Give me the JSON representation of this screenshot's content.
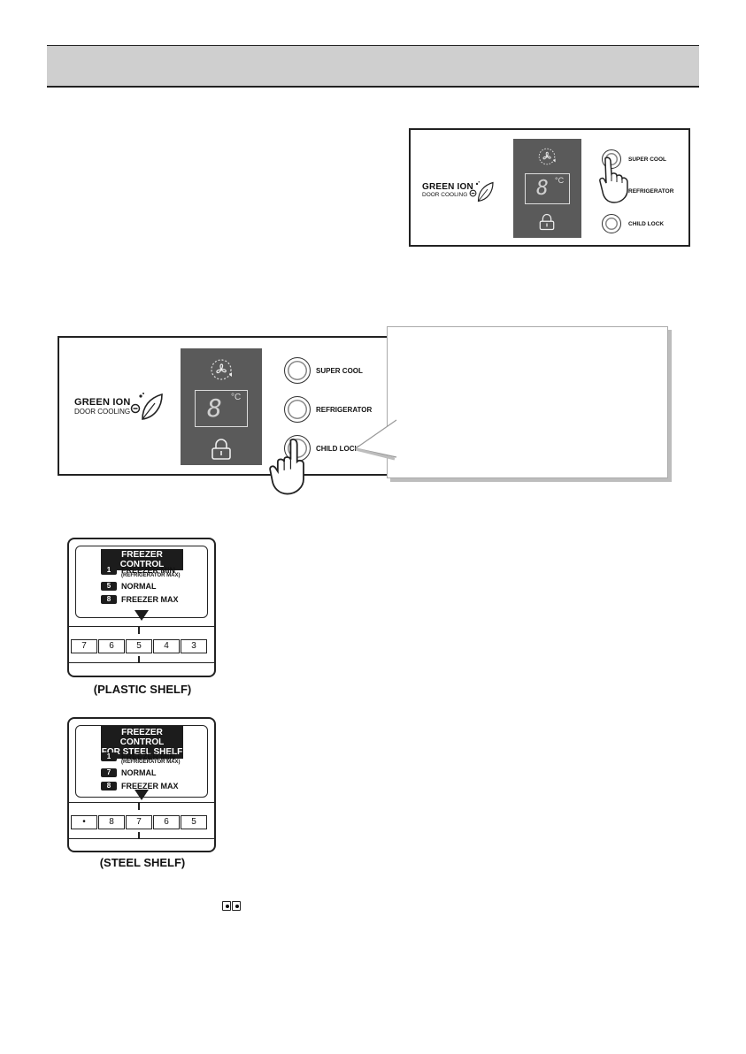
{
  "panel": {
    "brand_line_1": "GREEN ION",
    "brand_line_2": "DOOR COOLING",
    "display_digit": "8",
    "display_unit": "°C",
    "buttons": {
      "super_cool": "SUPER COOL",
      "refrigerator": "REFRIGERATOR",
      "child_lock": "CHILD LOCK"
    }
  },
  "dial_plastic": {
    "heading": "FREEZER CONTROL",
    "legend": [
      {
        "key": "1",
        "label": "FREEZER MIN",
        "sub": "(REFRIGERATOR MAX)"
      },
      {
        "key": "5",
        "label": "NORMAL",
        "sub": ""
      },
      {
        "key": "8",
        "label": "FREEZER MAX",
        "sub": ""
      }
    ],
    "scale": [
      "7",
      "6",
      "5",
      "4",
      "3"
    ],
    "caption": "(PLASTIC SHELF)"
  },
  "dial_steel": {
    "heading_line_1": "FREEZER CONTROL",
    "heading_line_2": "FOR STEEL SHELF",
    "legend": [
      {
        "key": "1",
        "label": "FREEZER MIN",
        "sub": "(REFRIGERATOR MAX)"
      },
      {
        "key": "7",
        "label": "NORMAL",
        "sub": ""
      },
      {
        "key": "8",
        "label": "FREEZER MAX",
        "sub": ""
      }
    ],
    "scale": [
      "•",
      "8",
      "7",
      "6",
      "5"
    ],
    "caption": "(STEEL SHELF)"
  }
}
